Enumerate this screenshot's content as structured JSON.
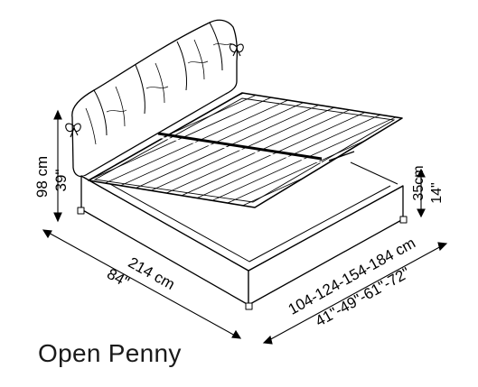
{
  "title": "Open Penny",
  "dimensions": {
    "height_cm": "98 cm",
    "height_in": "39\"",
    "length_cm": "214 cm",
    "length_in": "84\"",
    "width_cm": "104-124-154-184 cm",
    "width_in": "41\"-49\"-61\"-72\"",
    "base_height_cm": "35cm",
    "base_height_in": "14\""
  }
}
